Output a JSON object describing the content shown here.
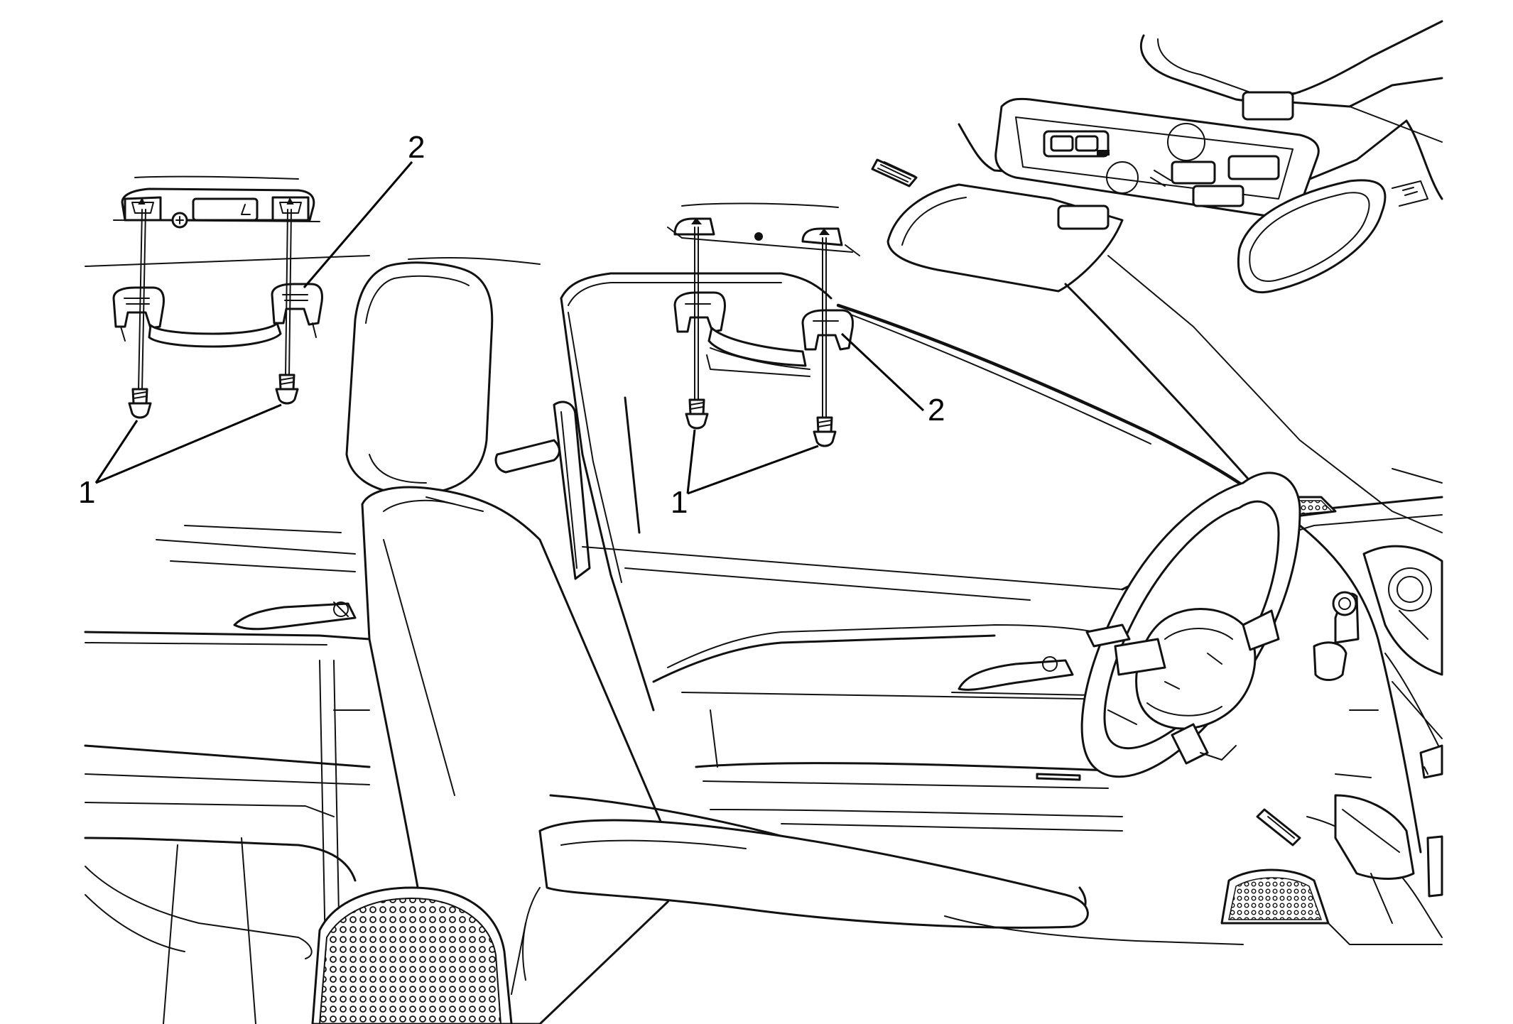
{
  "callouts": {
    "left_screws": "1",
    "left_handle": "2",
    "right_screws": "1",
    "right_handle": "2"
  }
}
